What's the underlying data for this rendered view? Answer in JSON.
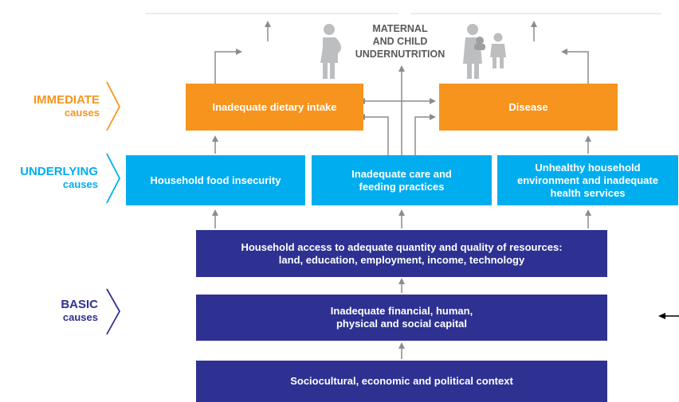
{
  "title": {
    "line1": "MATERNAL",
    "line2": "AND CHILD",
    "line3": "UNDERNUTRITION"
  },
  "levels": {
    "immediate": {
      "label": "IMMEDIATE",
      "sub": "causes",
      "color": "#F7941D"
    },
    "underlying": {
      "label": "UNDERLYING",
      "sub": "causes",
      "color": "#00AEEF"
    },
    "basic": {
      "label": "BASIC",
      "sub": "causes",
      "color": "#2E3192"
    }
  },
  "boxes": {
    "dietary_intake": "Inadequate dietary intake",
    "disease": "Disease",
    "food_insecurity": "Household food insecurity",
    "care_feeding": "Inadequate care and\nfeeding practices",
    "unhealthy_env": "Unhealthy household\nenvironment and inadequate\nhealth services",
    "household_access": "Household access to adequate quantity and quality of resources:\nland, education, employment, income, technology",
    "capital": "Inadequate financial, human,\nphysical and social capital",
    "context": "Sociocultural, economic and political context"
  },
  "icons": [
    "pregnant-woman-icon",
    "mother-with-baby-icon",
    "child-icon"
  ],
  "colors": {
    "orange": "#F7941D",
    "cyan": "#00AEEF",
    "navy": "#2E3192",
    "arrow": "#8C8C8C",
    "icon": "#BCBEC0",
    "text": "#58595B"
  }
}
